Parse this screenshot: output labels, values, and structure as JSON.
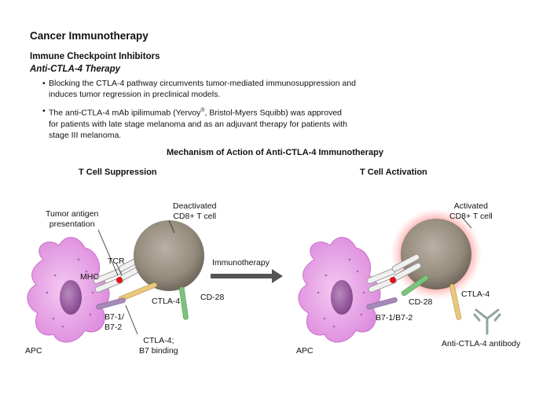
{
  "header": {
    "title": "Cancer Immunotherapy",
    "subtitle": "Immune Checkpoint Inhibitors",
    "section": "Anti-CTLA-4 Therapy"
  },
  "bullets": [
    {
      "line1": "Blocking the CTLA-4 pathway circumvents tumor-mediated immunosuppression and",
      "line2": "induces tumor regression in preclinical models."
    },
    {
      "line1_pre": "The anti-CTLA-4 mAb ipilimumab (Yervoy",
      "line1_sup": "®",
      "line1_post": ", Bristol-Myers Squibb) was approved",
      "line2": "for patients with late stage melanoma and as an adjuvant therapy for patients with",
      "line3": "stage III melanoma."
    }
  ],
  "diagram": {
    "title": "Mechanism of Action of Anti-CTLA-4 Immunotherapy",
    "arrow_label": "Immunotherapy",
    "left": {
      "heading": "T Cell Suppression",
      "tumor_antigen_l1": "Tumor antigen",
      "tumor_antigen_l2": "presentation",
      "tcell_l1": "Deactivated",
      "tcell_l2": "CD8+ T cell",
      "tcr": "TCR",
      "mhc": "MHC",
      "ctla4": "CTLA-4",
      "cd28": "CD-28",
      "b7_l1": "B7-1/",
      "b7_l2": "B7-2",
      "binding_l1": "CTLA-4;",
      "binding_l2": "B7 binding",
      "apc": "APC"
    },
    "right": {
      "heading": "T Cell Activation",
      "tcell_l1": "Activated",
      "tcell_l2": "CD8+ T cell",
      "cd28": "CD-28",
      "ctla4": "CTLA-4",
      "b7": "B7-1/B7-2",
      "antibody": "Anti-CTLA-4 antibody",
      "apc": "APC"
    },
    "colors": {
      "apc": "#e6a2e6",
      "apc_nucleus": "#9a4fa0",
      "tcell": "#9c9385",
      "tcell_glow": "#ff6b6b",
      "ctla4": "#e9c77c",
      "cd28": "#7cc47c",
      "b7": "#a58ab9",
      "antigen": "#e0141c",
      "arrow": "#555555",
      "antibody": "#8fa59a"
    }
  }
}
